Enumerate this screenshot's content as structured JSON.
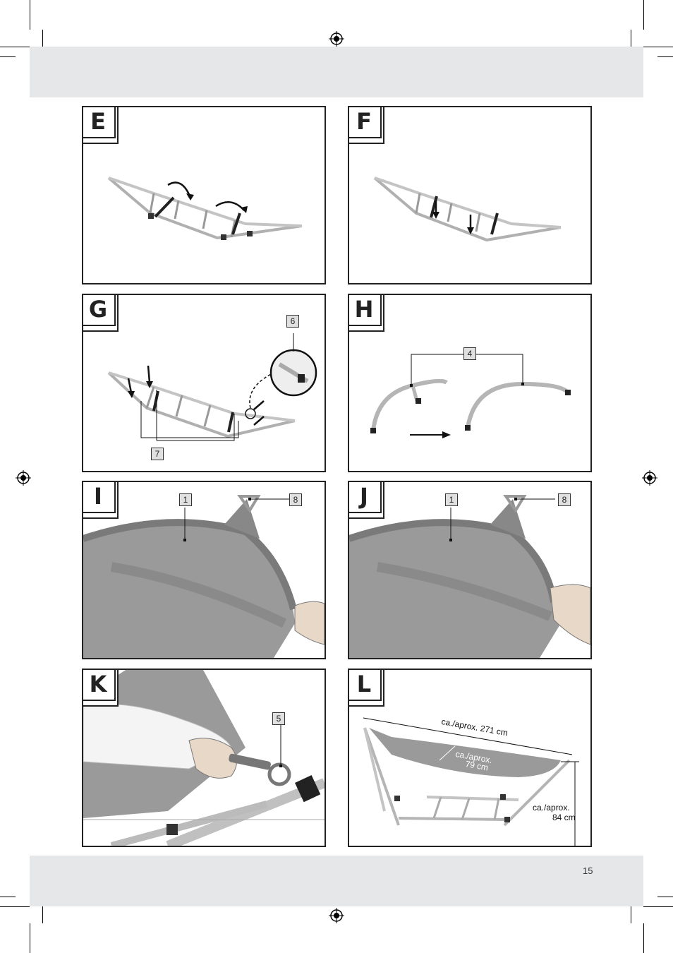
{
  "page_number": "15",
  "panels": {
    "E": {
      "letter": "E"
    },
    "F": {
      "letter": "F"
    },
    "G": {
      "letter": "G",
      "callout_6": "6",
      "callout_7": "7"
    },
    "H": {
      "letter": "H",
      "callout_4": "4"
    },
    "I": {
      "letter": "I",
      "callout_1": "1",
      "callout_8": "8"
    },
    "J": {
      "letter": "J",
      "callout_1": "1",
      "callout_8": "8"
    },
    "K": {
      "letter": "K",
      "callout_5": "5"
    },
    "L": {
      "letter": "L",
      "length_label": "ca./aprox. 271 cm",
      "width_label_1": "ca./aprox.",
      "width_label_2": "79 cm",
      "height_label_1": "ca./aprox.",
      "height_label_2": "84 cm"
    }
  },
  "colors": {
    "band": "#e6e7e8",
    "fabric": "#9a9a9a",
    "frame": "#b8b8b8"
  },
  "icons": {
    "registration": "registration-mark-icon"
  }
}
